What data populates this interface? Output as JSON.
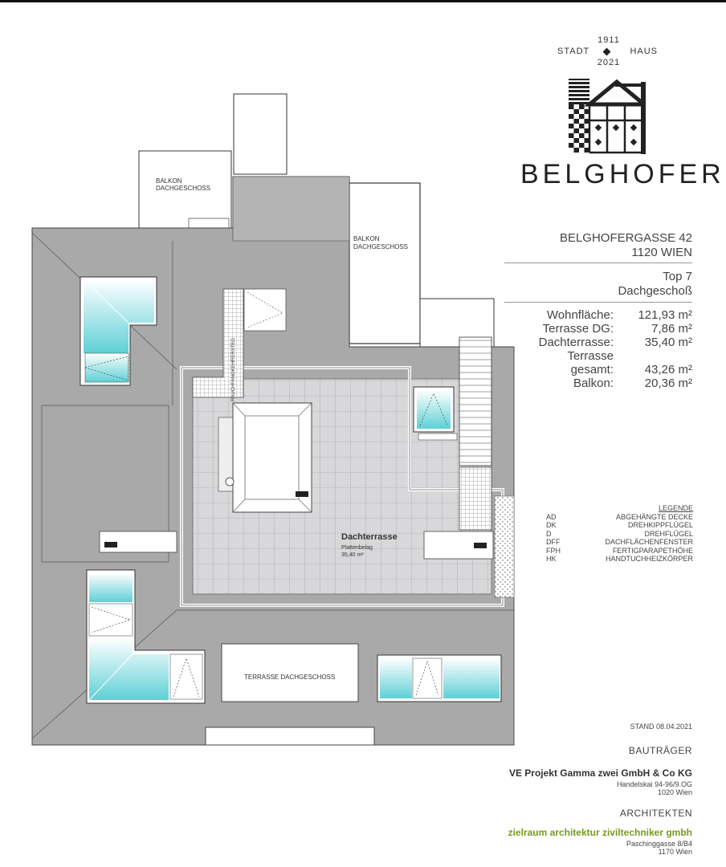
{
  "brand": {
    "year_top": "1911",
    "stadt": "STADT",
    "haus": "HAUS",
    "year_bottom": "2021",
    "name": "BELGHOFER"
  },
  "address": {
    "street": "BELGHOFERGASSE 42",
    "city": "1120 WIEN"
  },
  "unit": {
    "top": "Top 7",
    "floor": "Dachgeschoß"
  },
  "areas": [
    {
      "label": "Wohnfläche:",
      "value": "121,93 m²"
    },
    {
      "label": "Terrasse DG:",
      "value": "7,86 m²"
    },
    {
      "label": "Dachterrasse:",
      "value": "35,40 m²"
    },
    {
      "label": "Terrasse",
      "value": ""
    },
    {
      "label": "gesamt:",
      "value": "43,26 m²"
    },
    {
      "label": "Balkon:",
      "value": "20,36 m²"
    }
  ],
  "legend": {
    "title": "LEGENDE",
    "items": [
      {
        "abbr": "AD",
        "text": "ABGEHÄNGTE DECKE"
      },
      {
        "abbr": "DK",
        "text": "DREHKIPPFLÜGEL"
      },
      {
        "abbr": "D",
        "text": "DREHFLÜGEL"
      },
      {
        "abbr": "DFF",
        "text": "DACHFLÄCHENFENSTER"
      },
      {
        "abbr": "FPH",
        "text": "FERTIGPARAPETHÖHE"
      },
      {
        "abbr": "HK",
        "text": "HANDTUCHHEIZKÖRPER"
      }
    ]
  },
  "stand": "STAND 08.04.2021",
  "developer": {
    "heading": "BAUTRÄGER",
    "name": "VE Projekt Gamma zwei GmbH & Co KG",
    "line1": "Handelskai 94-96/9.OG",
    "line2": "1020 Wien"
  },
  "architect": {
    "heading": "ARCHITEKTEN",
    "name": "zielraum architektur ziviltechniker gmbh",
    "line1": "Paschinggasse 8/B4",
    "line2": "1170 Wien"
  },
  "plan": {
    "balkon_left_1": "BALKON",
    "balkon_left_2": "DACHGESCHOSS",
    "balkon_right_1": "BALKON",
    "balkon_right_2": "DACHGESCHOSS",
    "rauchfang": "RAUCHFANGKEHRERSTEG",
    "dachterrasse": "Dachterrasse",
    "belag": "Plattenbelag",
    "belag_area": "35,40 m²",
    "terrasse_dg": "TERRASSE DACHGESCHOSS",
    "colors": {
      "roof": "#a9a9a9",
      "terrace": "#d6d6d8",
      "glass": "#5ed0d6"
    }
  }
}
